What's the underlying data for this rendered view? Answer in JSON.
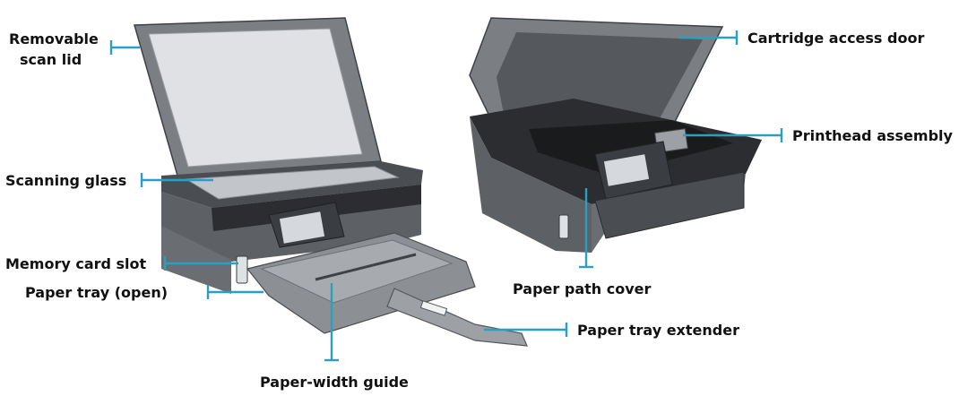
{
  "colors": {
    "leader": "#2a9fc4",
    "printer_body": "#5d6064",
    "printer_dark": "#2b2d30",
    "lid": "#7b7f84",
    "glass": "#c9ccd0",
    "tray": "#8c9095"
  },
  "left_printer": {
    "labels": {
      "scan_lid": [
        "Removable",
        "scan lid"
      ],
      "scanning_glass": "Scanning glass",
      "memory_card_slot": "Memory card slot",
      "paper_tray_open": "Paper tray (open)",
      "paper_width_guide": "Paper-width guide",
      "paper_tray_extender": "Paper tray extender"
    }
  },
  "right_printer": {
    "labels": {
      "cartridge_access_door": "Cartridge access door",
      "printhead_assembly": "Printhead assembly",
      "paper_path_cover": "Paper path cover"
    }
  }
}
